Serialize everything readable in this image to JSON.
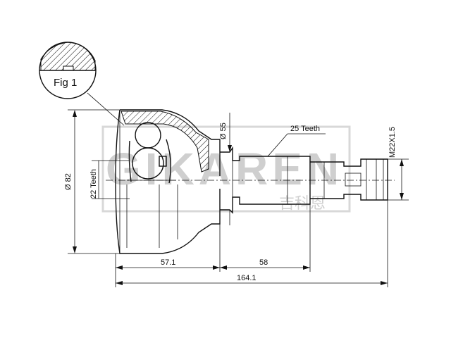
{
  "watermark": {
    "text": "GIKAREN",
    "subtext": "吉科恩"
  },
  "detail": {
    "label": "Fig 1"
  },
  "dimensions": {
    "diameter_outer": "Ø 82",
    "diameter_shaft": "Ø 55",
    "inner_teeth": "22 Teeth",
    "outer_teeth": "25 Teeth",
    "thread": "M22X1.5",
    "length_body": "57.1",
    "length_shaft": "58",
    "length_total": "164.1"
  }
}
